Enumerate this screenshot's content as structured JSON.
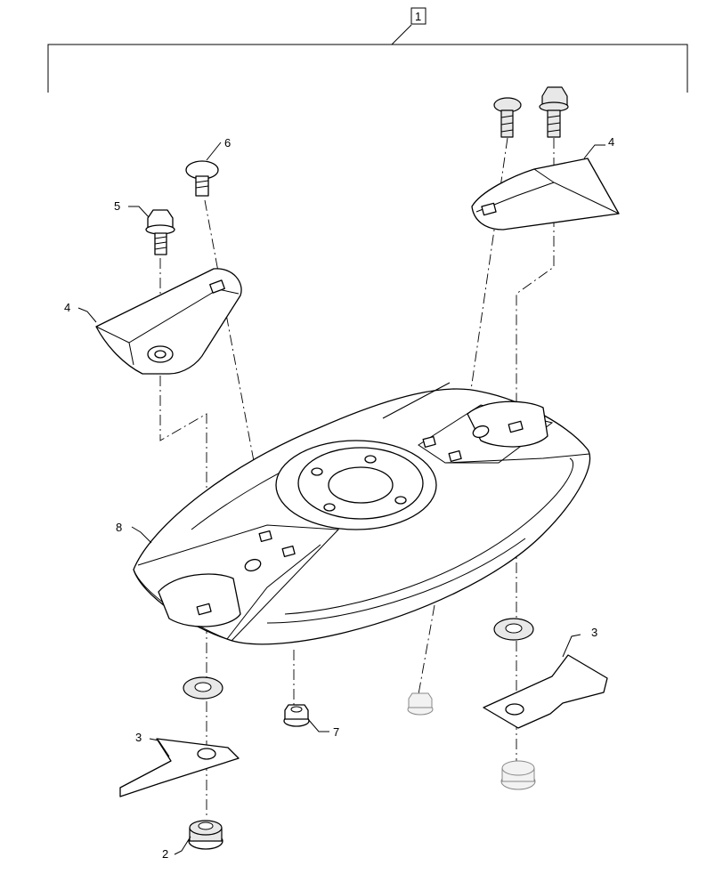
{
  "assembly_callout": "1",
  "callouts": [
    {
      "id": "callout-2",
      "text": "2"
    },
    {
      "id": "callout-3a",
      "text": "3"
    },
    {
      "id": "callout-3b",
      "text": "3"
    },
    {
      "id": "callout-4a",
      "text": "4"
    },
    {
      "id": "callout-4b",
      "text": "4"
    },
    {
      "id": "callout-5",
      "text": "5"
    },
    {
      "id": "callout-6",
      "text": "6"
    },
    {
      "id": "callout-7",
      "text": "7"
    },
    {
      "id": "callout-8",
      "text": "8"
    }
  ]
}
